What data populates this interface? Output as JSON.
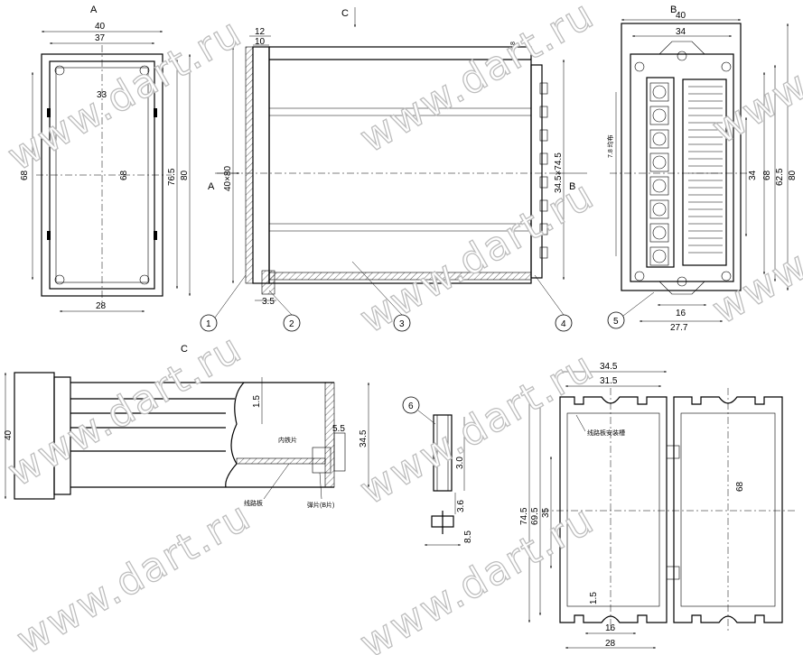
{
  "watermark": "www.dart.ru",
  "view_labels": {
    "a": "A",
    "b": "B",
    "c": "C"
  },
  "callouts": [
    "1",
    "2",
    "3",
    "4",
    "5",
    "6"
  ],
  "view_a": {
    "width_outer": "40",
    "width_inner": "37",
    "width_bottom": "28",
    "height_left": "68",
    "height_center": "68",
    "height_76": "76.5",
    "height_80": "80",
    "inner_33": "33"
  },
  "view_side": {
    "top_12": "12",
    "top_10": "10",
    "top_right": "8",
    "left_size": "40×80",
    "right_size": "34.5×74.5",
    "bottom_35": "3.5"
  },
  "view_b": {
    "width_40": "40",
    "width_34": "34",
    "width_16": "16",
    "width_277": "27.7",
    "pitch": "7.8 均布",
    "h34": "34",
    "h68": "68",
    "h625": "62.5",
    "h80": "80"
  },
  "view_c": {
    "height_40": "40",
    "dim_15": "1.5",
    "dim_55": "5.5",
    "dim_345": "34.5",
    "note_inner": "内铁片",
    "note_board": "线路板",
    "note_spring": "弹片(B片)"
  },
  "view_6": {
    "dim_30": "3.0",
    "dim_36": "3.6",
    "dim_85": "8.5"
  },
  "profile": {
    "w345": "34.5",
    "w315": "31.5",
    "h745": "74.5",
    "h695": "69.5",
    "h35": "35",
    "h68": "68",
    "w16": "16",
    "w28": "28",
    "w15": "1.5",
    "note_slot": "线路板安装槽"
  }
}
